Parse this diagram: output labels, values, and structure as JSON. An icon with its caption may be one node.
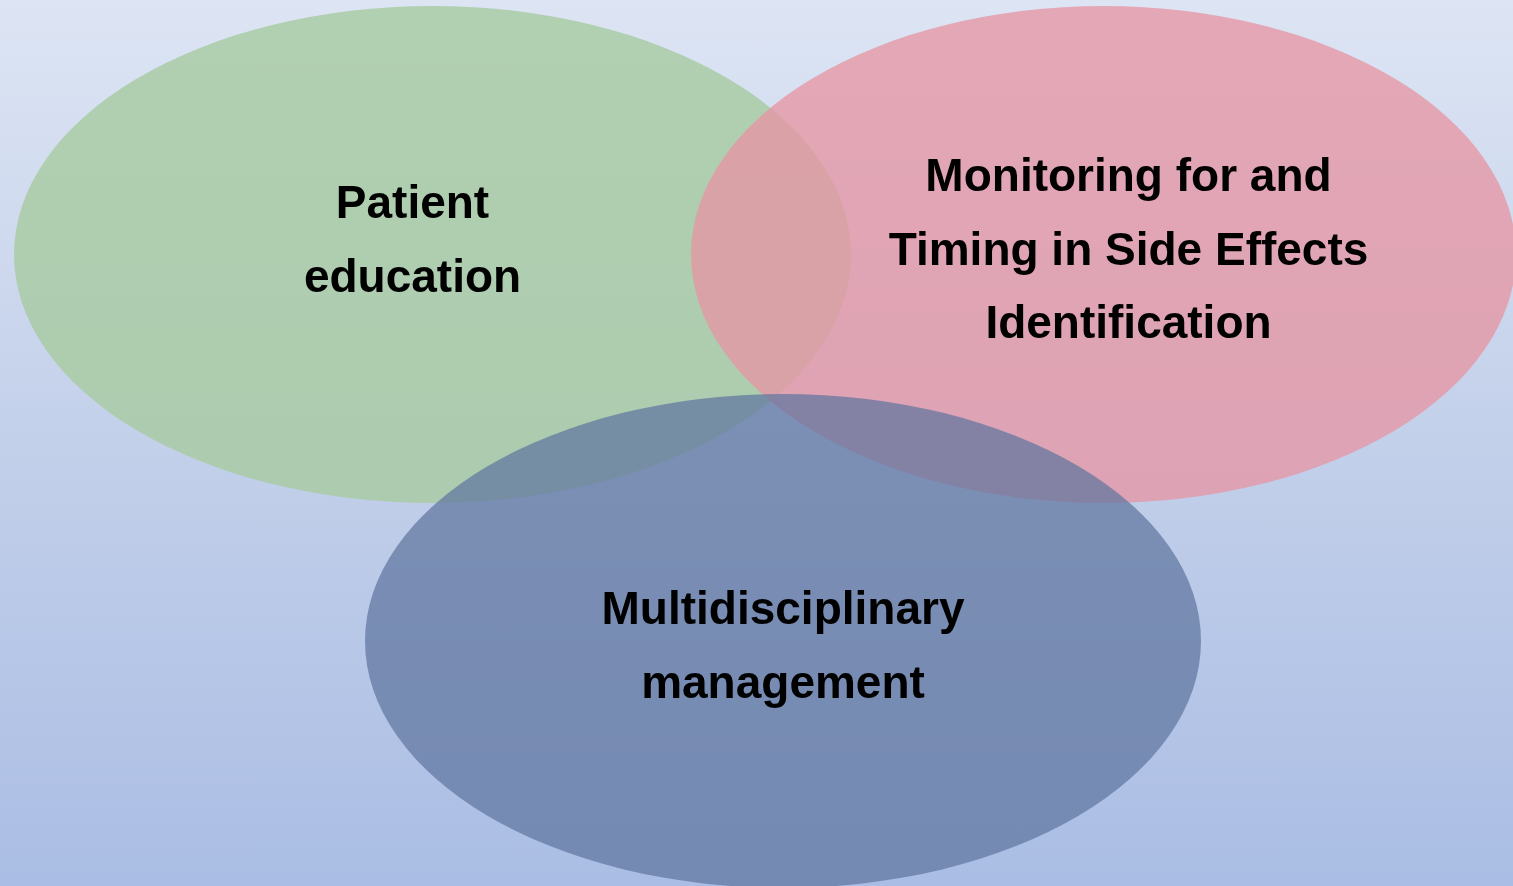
{
  "diagram": {
    "nodes": [
      {
        "text": [
          "Patient education"
        ]
      },
      {
        "text": [
          "Monitoring for and Timing in Side Effects Identification"
        ]
      },
      {
        "text": [
          "Multidisciplinary management"
        ]
      }
    ],
    "edges": []
  }
}
